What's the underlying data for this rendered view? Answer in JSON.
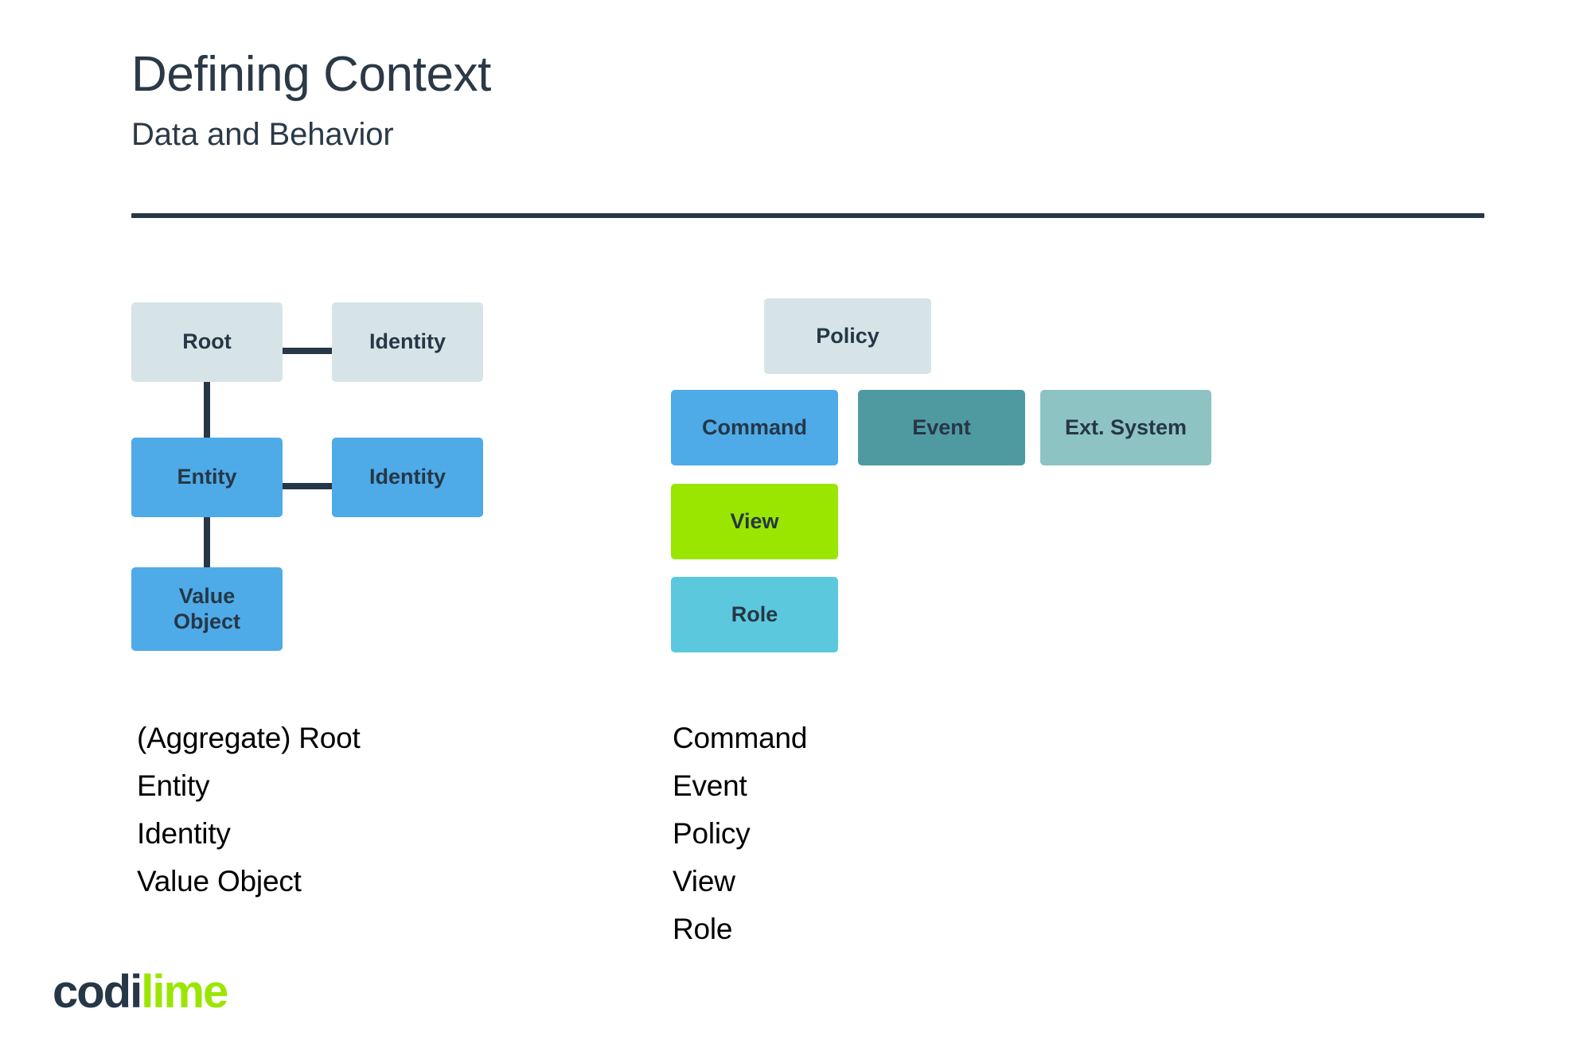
{
  "header": {
    "title": "Defining Context",
    "subtitle": "Data and Behavior"
  },
  "colors": {
    "ink": "#263746",
    "light": "#d7e4e7",
    "blue": "#4eabe8",
    "teal": "#4f9aa1",
    "sage": "#8ec3c3",
    "green": "#9ae600",
    "cyan": "#5cc8dd",
    "rule": "#263746",
    "text": "#000000"
  },
  "data_diagram": {
    "nodes": {
      "root": "Root",
      "root_identity": "Identity",
      "entity": "Entity",
      "entity_identity": "Identity",
      "value_object": "Value\nObject",
      "value_object_line1": "Value",
      "value_object_line2": "Object"
    }
  },
  "behavior_diagram": {
    "nodes": {
      "policy": "Policy",
      "command": "Command",
      "event": "Event",
      "ext_system": "Ext. System",
      "view": "View",
      "role": "Role"
    }
  },
  "data_list": {
    "items": [
      "(Aggregate) Root",
      "Entity",
      "Identity",
      "Value Object"
    ]
  },
  "behavior_list": {
    "items": [
      "Command",
      "Event",
      "Policy",
      "View",
      "Role"
    ]
  },
  "logo": {
    "part_one": "codi",
    "part_two": "lime"
  }
}
